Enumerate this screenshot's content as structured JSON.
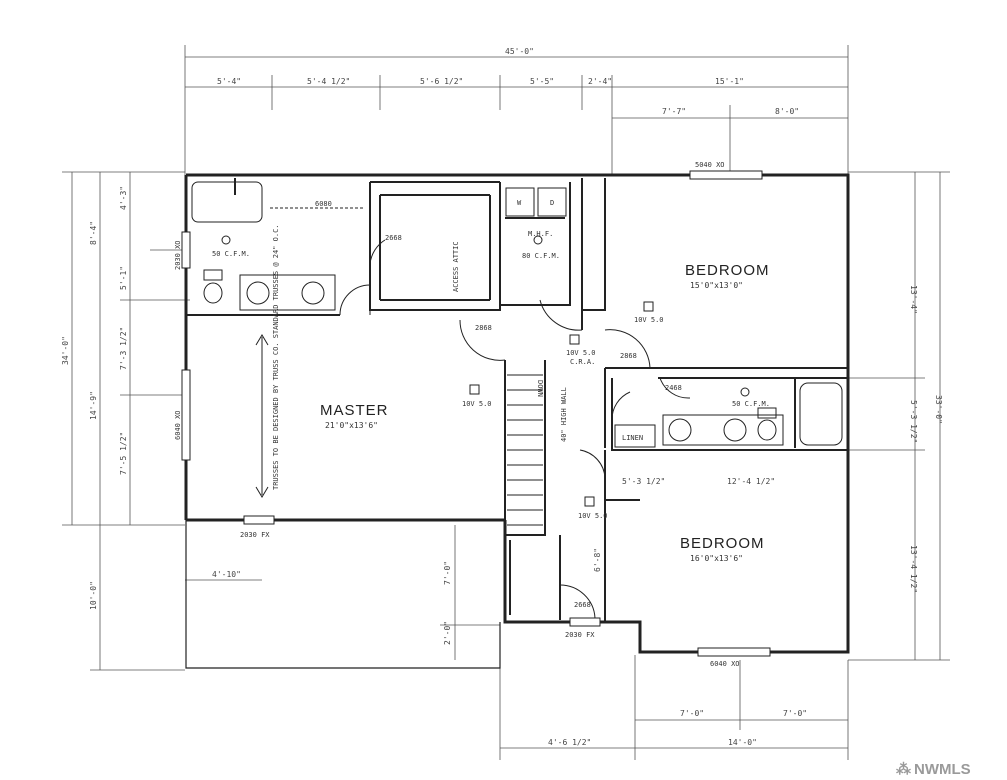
{
  "plan": {
    "dimensions": {
      "overall_width": "45'-0\"",
      "top": [
        "5'-4\"",
        "5'-4 1/2\"",
        "5'-6 1/2\"",
        "5'-5\"",
        "2'-4\"",
        "15'-1\""
      ],
      "top2": [
        "7'-7\"",
        "8'-0\""
      ],
      "left_overall": "34'-0\"",
      "left_upper": [
        "4'-3\"",
        "8'-4\"",
        "5'-1\""
      ],
      "left_mid": [
        "7'-3 1/2\"",
        "14'-9\"",
        "7'-5 1/2\""
      ],
      "left_lower": "10'-0\"",
      "right": [
        "13'-4\"",
        "5'-3 1/2\"",
        "33'-0\"",
        "13'-4 1/2\""
      ],
      "bottom": [
        "7'-0\"",
        "7'-0\""
      ],
      "bottom2": [
        "4'-6 1/2\"",
        "14'-0\""
      ],
      "misc": [
        "4'-10\"",
        "7'-0\"",
        "2'-0\"",
        "5'-3 1/2\"",
        "12'-4 1/2\"",
        "6'-8\""
      ]
    },
    "rooms": {
      "master": {
        "name": "MASTER",
        "size": "21'0\"x13'6\""
      },
      "bedroom1": {
        "name": "BEDROOM",
        "size": "15'0\"x13'0\""
      },
      "bedroom2": {
        "name": "BEDROOM",
        "size": "16'0\"x13'6\""
      },
      "linen": "LINEN",
      "stair": "DOWN",
      "high_wall": "40\" HIGH WALL"
    },
    "labels": {
      "window_top": "5040  XO",
      "window_bottom_right": "6040  XO",
      "window_bottom_left": "2030 FX",
      "window_stair": "2030 FX",
      "window_left_top": "2030 XO",
      "window_master_left": "6040  XO",
      "door_2668": "2668",
      "door_2468": "2468",
      "door_2868": "2868",
      "door_6080": "6080",
      "fan_50": "50 C.F.M.",
      "fan_80": "80 C.F.M.",
      "fan_mbr": "50 C.F.M.",
      "mnf": "M.H.F.",
      "vent_10": "10V 5.0",
      "cra": "C.R.A.",
      "access": "ACCESS ATTIC",
      "wd": [
        "W",
        "D"
      ],
      "truss_note": "TRUSSES TO BE DESIGNED BY TRUSS CO. STANDARD TRUSSES @ 24\" O.C."
    },
    "watermark": "NWMLS"
  }
}
